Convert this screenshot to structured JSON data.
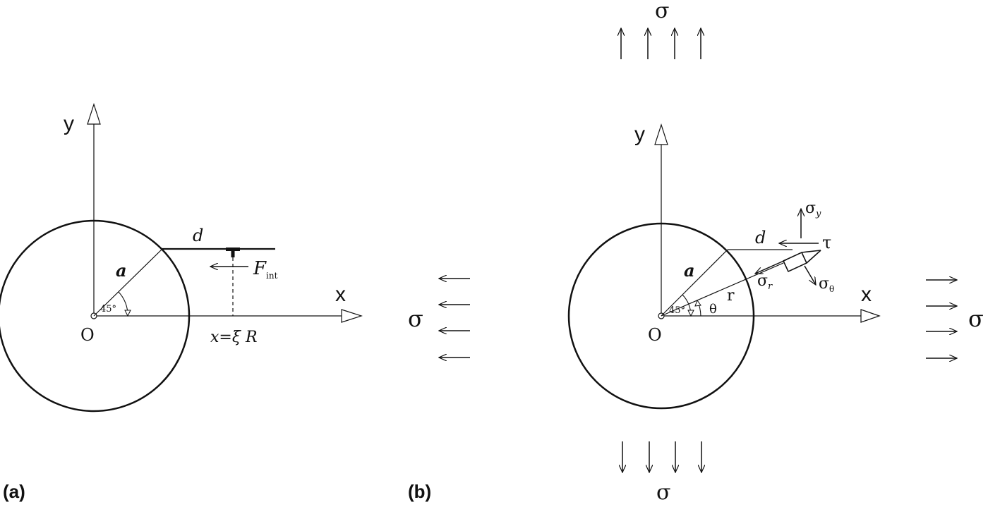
{
  "panel_a": {
    "panel_label": "(a)",
    "y_axis_label": "y",
    "x_axis_label": "x",
    "origin_label": "O",
    "radius_label": "a",
    "dislocation_distance_label": "d",
    "angle_label": "45°",
    "force_label_main": "F",
    "force_label_sub": "int",
    "position_label": "x=ξ R"
  },
  "panel_b": {
    "panel_label": "(b)",
    "y_axis_label": "y",
    "x_axis_label": "x",
    "origin_label": "O",
    "radius_label": "a",
    "dislocation_distance_label": "d",
    "angle_label": "45°",
    "theta_label": "θ",
    "r_label": "r",
    "sigma_top": "σ",
    "sigma_bottom": "σ",
    "sigma_left": "σ",
    "sigma_right": "σ",
    "sigma_y_main": "σ",
    "sigma_y_sub": "y",
    "tau_label": "τ",
    "sigma_r_main": "σ",
    "sigma_r_sub": "r",
    "sigma_theta_main": "σ",
    "sigma_theta_sub": "θ"
  }
}
